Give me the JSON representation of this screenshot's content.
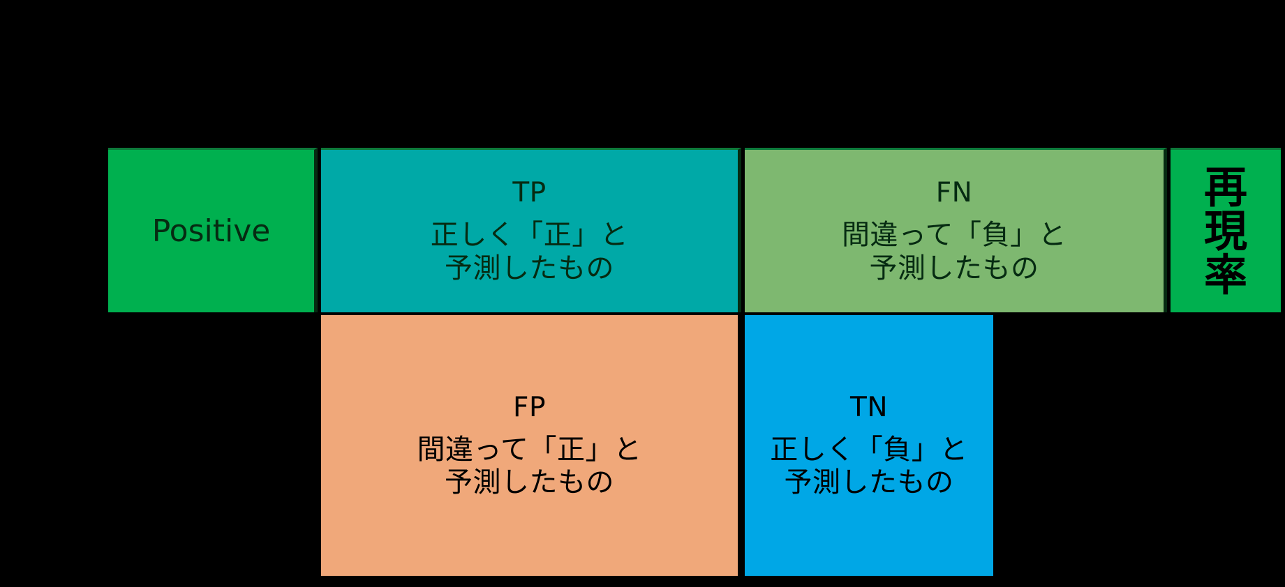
{
  "diagram": {
    "type": "confusion-matrix",
    "colors": {
      "background": "#000000",
      "actual_positive": "#00b04f",
      "true_positive": "#00a9a7",
      "false_negative": "#7eb870",
      "false_positive": "#f0a87a",
      "true_negative": "#00a7e6",
      "recall_header": "#00b04f",
      "cell_border": "#062b12",
      "dark_text": "#062b12",
      "black_text": "#000000"
    },
    "row_header": {
      "positive_label": "Positive"
    },
    "cells": {
      "tp": {
        "abbr": "TP",
        "line1": "正しく「正」と",
        "line2": "予測したもの"
      },
      "fn": {
        "abbr": "FN",
        "line1": "間違って「負」と",
        "line2": "予測したもの"
      },
      "fp": {
        "abbr": "FP",
        "line1": "間違って「正」と",
        "line2": "予測したもの"
      },
      "tn": {
        "abbr": "TN",
        "line1": "正しく「負」と",
        "line2": "予測したもの"
      }
    },
    "recall_column": {
      "full_text": "再現率",
      "char1": "再",
      "char2": "現",
      "char3": "率"
    }
  }
}
